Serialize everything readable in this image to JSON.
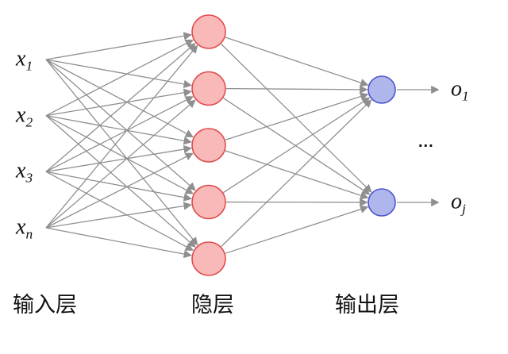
{
  "diagram": {
    "type": "neural-network",
    "hidden_nodes": 5,
    "colors": {
      "hidden_fill": "#f9b9b9",
      "hidden_stroke": "#e04b4b",
      "output_fill": "#aeb6ec",
      "output_stroke": "#4a55cc",
      "arrow": "#8f8f8f",
      "text": "#111111"
    }
  },
  "labels": {
    "inputs": [
      {
        "base": "x",
        "sub": "1"
      },
      {
        "base": "x",
        "sub": "2"
      },
      {
        "base": "x",
        "sub": "3"
      },
      {
        "base": "x",
        "sub": "n"
      }
    ],
    "outputs": [
      {
        "base": "o",
        "sub": "1"
      },
      {
        "base": "o",
        "sub": "j"
      }
    ],
    "ellipsis": "...",
    "captions": {
      "input": "输入层",
      "hidden": "隐层",
      "output": "输出层"
    }
  }
}
